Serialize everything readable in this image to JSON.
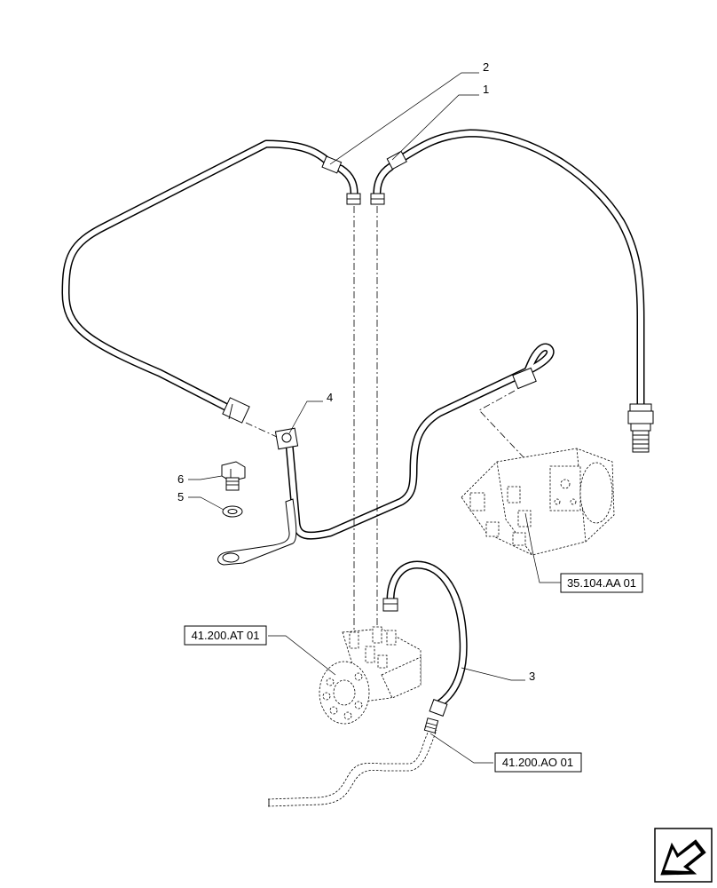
{
  "callouts": {
    "c1": "1",
    "c2": "2",
    "c3": "3",
    "c4": "4",
    "c5": "5",
    "c6": "6"
  },
  "references": {
    "valve_block": "35.104.AA 01",
    "steering_unit": "41.200.AT 01",
    "return_line": "41.200.AO 01"
  },
  "icons": {
    "nav": "next-page-arrow-icon"
  }
}
